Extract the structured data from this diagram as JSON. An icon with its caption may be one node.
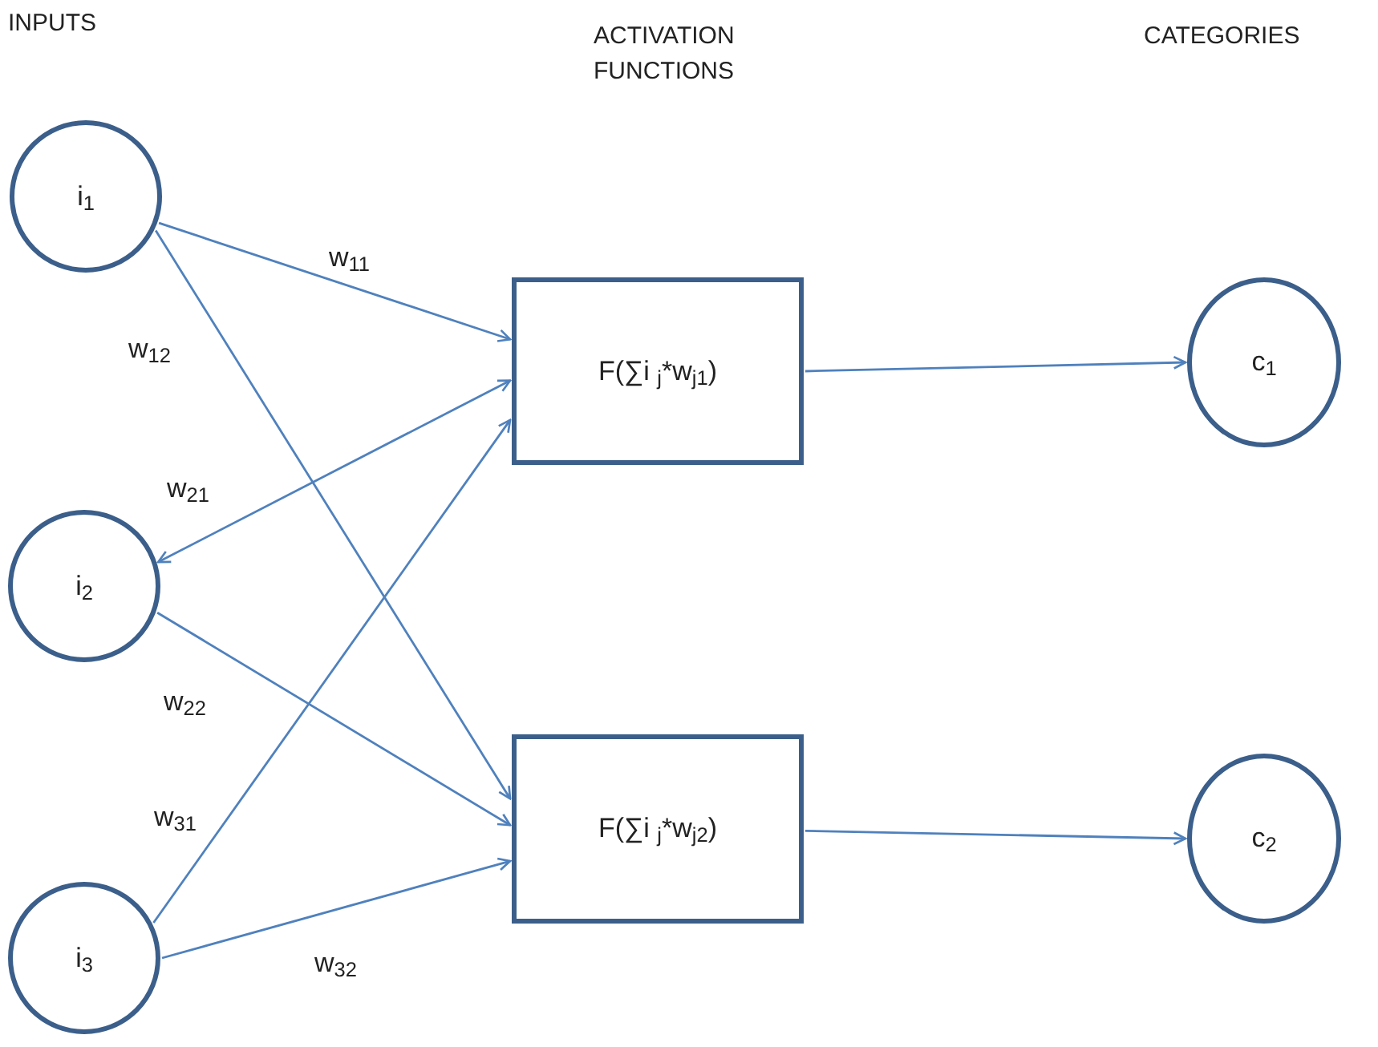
{
  "diagram": {
    "nodes": [
      {
        "text": [
          "i$_{1}$"
        ]
      },
      {
        "text": [
          "i$_{2}$"
        ]
      },
      {
        "text": [
          "i$_{3}$"
        ]
      },
      {
        "text": [
          "F(∑i $_{j}$*w$_{j1}$)"
        ]
      },
      {
        "text": [
          "F(∑i $_{j}$*w$_{j2}$)"
        ]
      },
      {
        "text": [
          "c$_{1}$"
        ]
      },
      {
        "text": [
          "c$_{2}$"
        ]
      }
    ],
    "edges": [
      {
        "from": 0,
        "to": 3,
        "arrow": "to",
        "label": "w$_{11}$"
      },
      {
        "from": 0,
        "to": 4,
        "arrow": "to",
        "label": "w$_{12}$"
      },
      {
        "from": 1,
        "to": 3,
        "arrow": "both",
        "label": "w$_{21}$"
      },
      {
        "from": 1,
        "to": 4,
        "arrow": "to",
        "label": "w$_{22}$"
      },
      {
        "from": 2,
        "to": 3,
        "arrow": "to",
        "label": "w$_{31}$"
      },
      {
        "from": 2,
        "to": 4,
        "arrow": "to",
        "label": "w$_{32}$"
      },
      {
        "from": 3,
        "to": 5,
        "arrow": "to"
      },
      {
        "from": 4,
        "to": 6,
        "arrow": "to"
      }
    ],
    "labels": [
      "INPUTS",
      "ACTIVATION FUNCTIONS",
      "CATEGORIES"
    ]
  }
}
